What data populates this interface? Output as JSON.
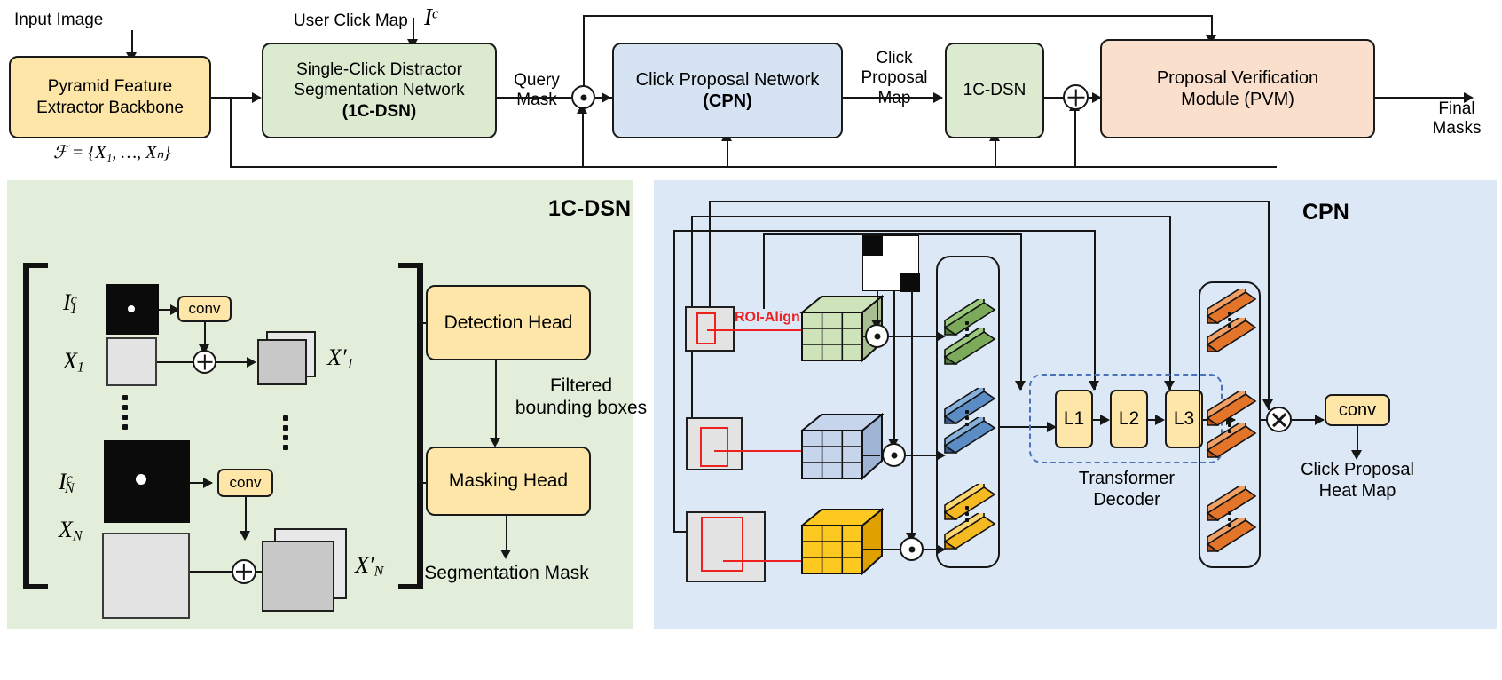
{
  "figure": {
    "type": "neural-network-architecture-diagram",
    "title_top_flow": "Top-level pipeline"
  },
  "top_flow": {
    "labels": {
      "input_image": "Input Image",
      "user_click_map": "User Click Map",
      "user_click_symbol": "I",
      "user_click_symbol_sup": "c",
      "features_symbol": "ℱ = {X₁, …, Xₙ}",
      "query_mask_line1": "Query",
      "query_mask_line2": "Mask",
      "click_proposal_map_line1": "Click",
      "click_proposal_map_line2": "Proposal",
      "click_proposal_map_line3": "Map",
      "final_masks_line1": "Final",
      "final_masks_line2": "Masks"
    },
    "boxes": [
      {
        "id": "backbone",
        "line1": "Pyramid Feature",
        "line2": "Extractor Backbone",
        "color": "#fde6a8"
      },
      {
        "id": "dsn",
        "line1": "Single-Click Distractor",
        "line2": "Segmentation Network",
        "line3": "(1C-DSN)",
        "color": "#dcead0"
      },
      {
        "id": "cpn",
        "line1": "Click Proposal Network",
        "line2": "(CPN)",
        "color": "#d6e3f3"
      },
      {
        "id": "dsn2",
        "line1": "1C-DSN",
        "color": "#dcead0"
      },
      {
        "id": "pvm",
        "line1": "Proposal Verification",
        "line2": "Module (PVM)",
        "color": "#fbdfcd"
      }
    ],
    "operators": [
      {
        "id": "mul-query",
        "glyph": "odot",
        "meaning": "element-wise-multiply"
      },
      {
        "id": "add-pvm",
        "glyph": "oplus",
        "meaning": "element-wise-add"
      }
    ]
  },
  "dsn_panel": {
    "title": "1C-DSN",
    "bg": "#e2eed9",
    "rows": [
      {
        "click_label": "I",
        "click_sub": "1",
        "click_sup": "c",
        "feat_label": "X",
        "feat_sub": "1",
        "out_label": "X",
        "out_sub": "1",
        "out_prime": "′",
        "conv_label": "conv"
      },
      {
        "click_label": "I",
        "click_sub": "N",
        "click_sup": "c",
        "feat_label": "X",
        "feat_sub": "N",
        "out_label": "X",
        "out_sub": "N",
        "out_prime": "′",
        "conv_label": "conv"
      }
    ],
    "heads": [
      {
        "id": "detection-head",
        "label": "Detection Head"
      },
      {
        "id": "masking-head",
        "label": "Masking Head"
      }
    ],
    "edge_labels": {
      "filtered_line1": "Filtered",
      "filtered_line2": "bounding boxes",
      "output": "Segmentation Mask"
    }
  },
  "cpn_panel": {
    "title": "CPN",
    "bg": "#dce8f6",
    "roi_align_label": "ROI-Align",
    "roi_align_color": "#ef2020",
    "cube_colors": [
      "#c5dcb0",
      "#b8cbe6",
      "#fbb713"
    ],
    "vector_colors_left": [
      "#6aa84f",
      "#4f81bd",
      "#f7b733"
    ],
    "vector_color_right": "#e2752a",
    "decoder": {
      "layers": [
        "L1",
        "L2",
        "L3"
      ],
      "caption_line1": "Transformer",
      "caption_line2": "Decoder",
      "dash_color": "#4a72b8"
    },
    "conv_label": "conv",
    "output_line1": "Click Proposal",
    "output_line2": "Heat Map",
    "operators": [
      {
        "id": "cpn-mul-1",
        "glyph": "odot"
      },
      {
        "id": "cpn-mul-2",
        "glyph": "odot"
      },
      {
        "id": "cpn-mul-3",
        "glyph": "odot"
      },
      {
        "id": "cpn-cross",
        "glyph": "otimes"
      }
    ]
  },
  "colors": {
    "line": "#161616",
    "yellow": "#fde6a8",
    "green": "#dcead0",
    "blue": "#d6e3f3",
    "peach": "#fbdfcd",
    "panel_green": "#e2eed9",
    "panel_blue": "#dce8f6",
    "red": "#ef2020"
  }
}
